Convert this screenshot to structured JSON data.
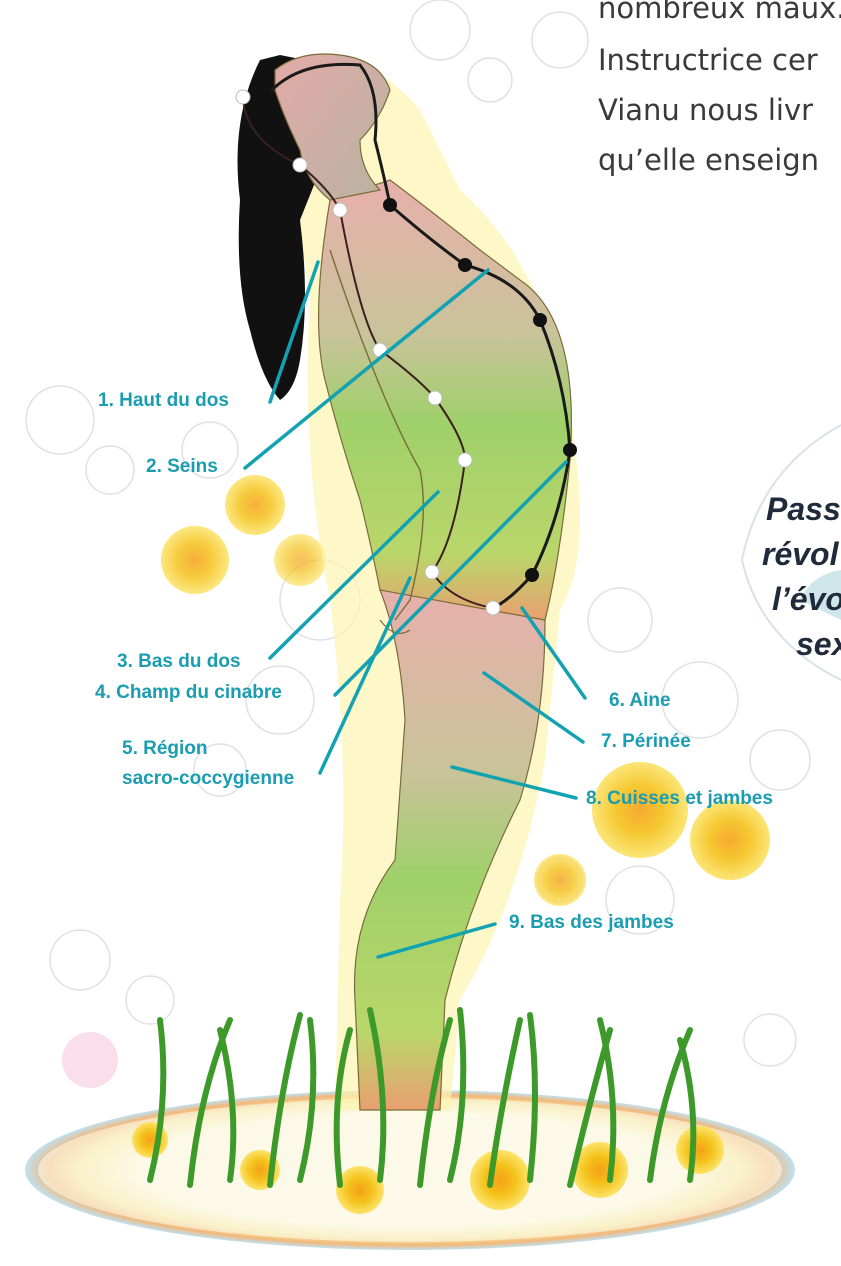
{
  "article": {
    "line1": "nombreux maux.",
    "line2": "Instructrice cer",
    "line3": "Vianu nous livr",
    "line4": "qu’elle enseign"
  },
  "quote": {
    "line1": "Pass",
    "line2": "révol",
    "line3": "l’évo",
    "line4": "sex"
  },
  "labels": {
    "l1": "1. Haut du dos",
    "l2": "2. Seins",
    "l3": "3. Bas du dos",
    "l4": "4. Champ du cinabre",
    "l5a": "5. Région",
    "l5b": "sacro-coccygienne",
    "l6": "6. Aine",
    "l7": "7. Périnée",
    "l8": "8. Cuisses et jambes",
    "l9": "9. Bas des jambes"
  },
  "colors": {
    "label_text": "#1a9db0",
    "pointer_line": "#12a2b2",
    "body_green": "#9fd06a",
    "skin_pink": "#d8a0a0",
    "hair": "#111111",
    "grass": "#3d9a2a",
    "flower_yellow": "#f4c21a"
  }
}
